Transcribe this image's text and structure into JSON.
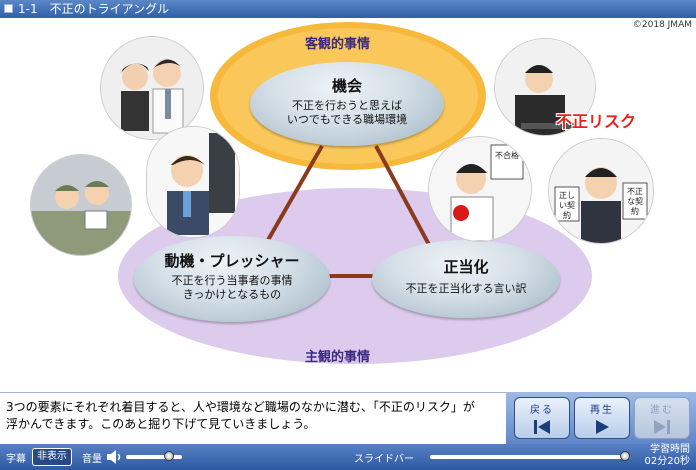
{
  "header": {
    "title": "1-1　不正のトライアングル"
  },
  "copyright": "©2018 JMAM",
  "diagram": {
    "objective_label": "客観的事情",
    "subjective_label": "主観的事情",
    "opportunity": {
      "heading": "機会",
      "desc1": "不正を行おうと思えば",
      "desc2": "いつでもできる職場環境"
    },
    "motivation": {
      "heading": "動機・プレッシャー",
      "desc1": "不正を行う当事者の事情",
      "desc2": "きっかけとなるもの"
    },
    "rationalization": {
      "heading": "正当化",
      "desc1": "不正を正当化する言い訳"
    },
    "fraud_risk": "不正リスク",
    "doc_not_pass": "不合格",
    "doc_correct": "正しい契約",
    "doc_fraud": "不正な契約"
  },
  "caption": {
    "line1": "3つの要素にそれぞれ着目すると、人や環境など職場のなかに潜む、「不正のリスク」が",
    "line2": "浮かんできます。このあと掘り下げて見ていきましょう。"
  },
  "nav": {
    "back": "戻る",
    "next": "再生",
    "forward": "進む"
  },
  "bottombar": {
    "subtitle_label": "字幕",
    "subtitle_toggle": "非表示",
    "volume_label": "音量",
    "slider_label": "スライドバー",
    "time_label": "学習時間",
    "time_value": "02分20秒"
  },
  "colors": {
    "objective": "#f5b93a",
    "subjective": "#d8c7ea",
    "triangle": "#8b3a1e",
    "accent": "#2e5aa3"
  }
}
